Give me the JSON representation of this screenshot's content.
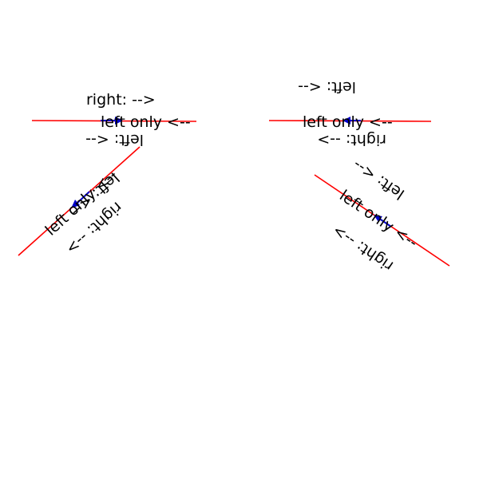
{
  "chart_data": [
    {
      "type": "line",
      "panel": "upper-left",
      "line": {
        "x": [
          -0.15,
          1.15
        ],
        "y": [
          0.5,
          0.49
        ]
      },
      "arrow_direction": "left-to-right",
      "labels": [
        "right: -->",
        "left only <--",
        "left: <--"
      ]
    },
    {
      "type": "line",
      "panel": "upper-right",
      "line": {
        "x": [
          -0.15,
          1.15
        ],
        "y": [
          0.5,
          0.49
        ]
      },
      "arrow_direction": "right-to-left",
      "labels": [
        "left: <--",
        "left only <--",
        "right: -->"
      ]
    },
    {
      "type": "line",
      "panel": "lower-left",
      "line": {
        "x": [
          -0.15,
          1.15
        ],
        "y": [
          -0.15,
          1.15
        ]
      },
      "arrow_direction": "top-right-to-bottom-left",
      "labels": [
        "left: <--",
        "left only <--",
        "right: -->"
      ]
    },
    {
      "type": "line",
      "panel": "lower-right",
      "line": {
        "x": [
          -0.15,
          1.15
        ],
        "y": [
          1.15,
          -0.15
        ]
      },
      "arrow_direction": "bottom-right-to-top-left",
      "labels": [
        "left: <--",
        "left only <--",
        "right: -->"
      ]
    }
  ],
  "style": {
    "line_color": "#ff0000",
    "arrow_color": "#0000cc",
    "text_color": "#000000",
    "background": "#ffffff"
  }
}
